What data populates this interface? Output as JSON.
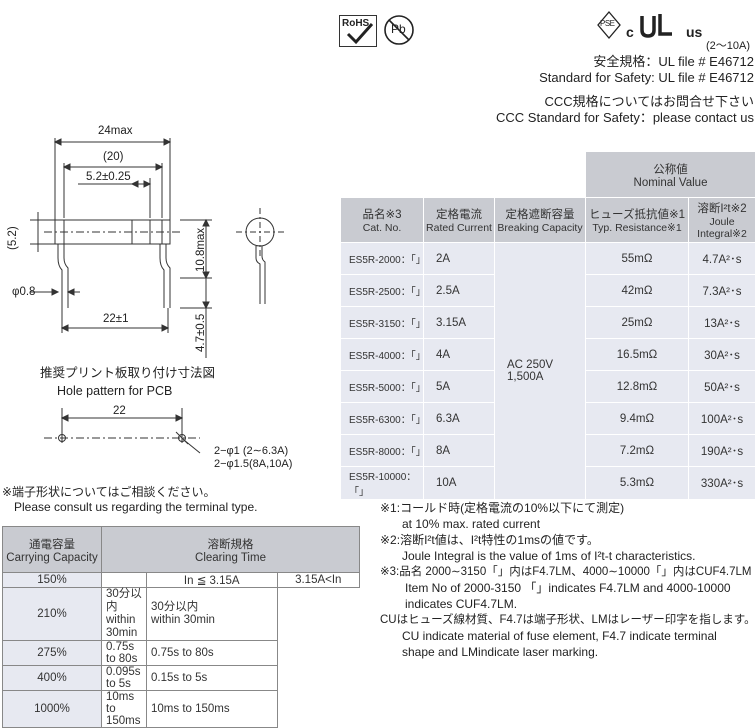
{
  "certs": {
    "rohs": "RoHS",
    "pb": "Pb",
    "pse": "PSE",
    "ul_c": "c",
    "ul_us": "us",
    "ul_range": "(2～10A)"
  },
  "header": {
    "safety_jp": "安全規格：UL file # E46712",
    "safety_en": "Standard for Safety: UL file # E46712",
    "ccc_jp": "CCC規格についてはお問合せ下さい",
    "ccc_en": "CCC Standard for Safety：please contact us"
  },
  "drawing": {
    "dim_24max": "24max",
    "dim_20": "(20)",
    "dim_5_2": "5.2±0.25",
    "dim_5_2p": "(5.2)",
    "dim_phi08": "φ0.8",
    "dim_108max": "10.8max",
    "dim_22pm1": "22±1",
    "dim_47": "4.7±0.5",
    "pcb_title_jp": "推奨プリント板取り付け寸法図",
    "pcb_title_en": "Hole pattern for PCB",
    "pcb_22": "22",
    "pcb_hole1": "2−φ1 (2∼6.3A)",
    "pcb_hole2": "2−φ1.5(8A,10A)"
  },
  "terminal_note": {
    "jp": "※端子形状についてはご相談ください。",
    "en": "Please consult us regarding the terminal type."
  },
  "spec_table": {
    "nominal_jp": "公称値",
    "nominal_en": "Nominal Value",
    "col_cat_jp": "品名※3",
    "col_cat_en": "Cat. No.",
    "col_rated_jp": "定格電流",
    "col_rated_en": "Rated Current",
    "col_break_jp": "定格遮断容量",
    "col_break_en": "Breaking Capacity",
    "col_res_jp": "ヒューズ抵抗値※1",
    "col_res_en": "Typ. Resistance※1",
    "col_joule_jp": "溶断I²t※2",
    "col_joule_en": "Joule Integral※2",
    "breaking_1": "AC 250V",
    "breaking_2": "1,500A",
    "rows": [
      {
        "cat": "ES5R-2000：「」",
        "rated": "2A",
        "res": "55mΩ",
        "joule": "4.7A²･s"
      },
      {
        "cat": "ES5R-2500：「」",
        "rated": "2.5A",
        "res": "42mΩ",
        "joule": "7.3A²･s"
      },
      {
        "cat": "ES5R-3150：「」",
        "rated": "3.15A",
        "res": "25mΩ",
        "joule": "13A²･s"
      },
      {
        "cat": "ES5R-4000：「」",
        "rated": "4A",
        "res": "16.5mΩ",
        "joule": "30A²･s"
      },
      {
        "cat": "ES5R-5000：「」",
        "rated": "5A",
        "res": "12.8mΩ",
        "joule": "50A²･s"
      },
      {
        "cat": "ES5R-6300：「」",
        "rated": "6.3A",
        "res": "9.4mΩ",
        "joule": "100A²･s"
      },
      {
        "cat": "ES5R-8000：「」",
        "rated": "8A",
        "res": "7.2mΩ",
        "joule": "190A²･s"
      },
      {
        "cat": "ES5R-10000：「」",
        "rated": "10A",
        "res": "5.3mΩ",
        "joule": "330A²･s"
      }
    ]
  },
  "clearing_table": {
    "cap_jp": "通電容量",
    "cap_en": "Carrying Capacity",
    "clear_jp": "溶断規格",
    "clear_en": "Clearing Time",
    "col_a": "In ≦ 3.15A",
    "col_b": "3.15A<In",
    "cap_value": "150%",
    "rows": [
      {
        "pct": "210%",
        "a1": "30分以内",
        "a2": "within 30min",
        "b1": "30分以内",
        "b2": "within 30min"
      },
      {
        "pct": "275%",
        "a": "0.75s to 80s",
        "b": "0.75s to 80s"
      },
      {
        "pct": "400%",
        "a": "0.095s to 5s",
        "b": "0.15s to 5s"
      },
      {
        "pct": "1000%",
        "a": "10ms to 150ms",
        "b": "10ms to 150ms"
      }
    ]
  },
  "notes": {
    "n1_jp": "※1:コールド時(定格電流の10%以下にて測定)",
    "n1_en": "at 10% max. rated current",
    "n2_jp": "※2:溶断I²t値は、I²t特性の1msの値です。",
    "n2_en": "Joule Integral is the value of 1ms of I²t-t characteristics.",
    "n3_jp": "※3:品名 2000∼3150「」内はF4.7LM、4000∼10000「」内はCUF4.7LM",
    "n3_en1": "Item No of 2000-3150 「」indicates F4.7LM and 4000-10000",
    "n3_en2": "indicates CUF4.7LM.",
    "n4_jp": "CUはヒューズ線材質、F4.7は端子形状、LMはレーザー印字を指します。",
    "n4_en1": "CU indicate material of fuse element, F4.7 indicate terminal",
    "n4_en2": "shape and LMindicate laser marking."
  }
}
